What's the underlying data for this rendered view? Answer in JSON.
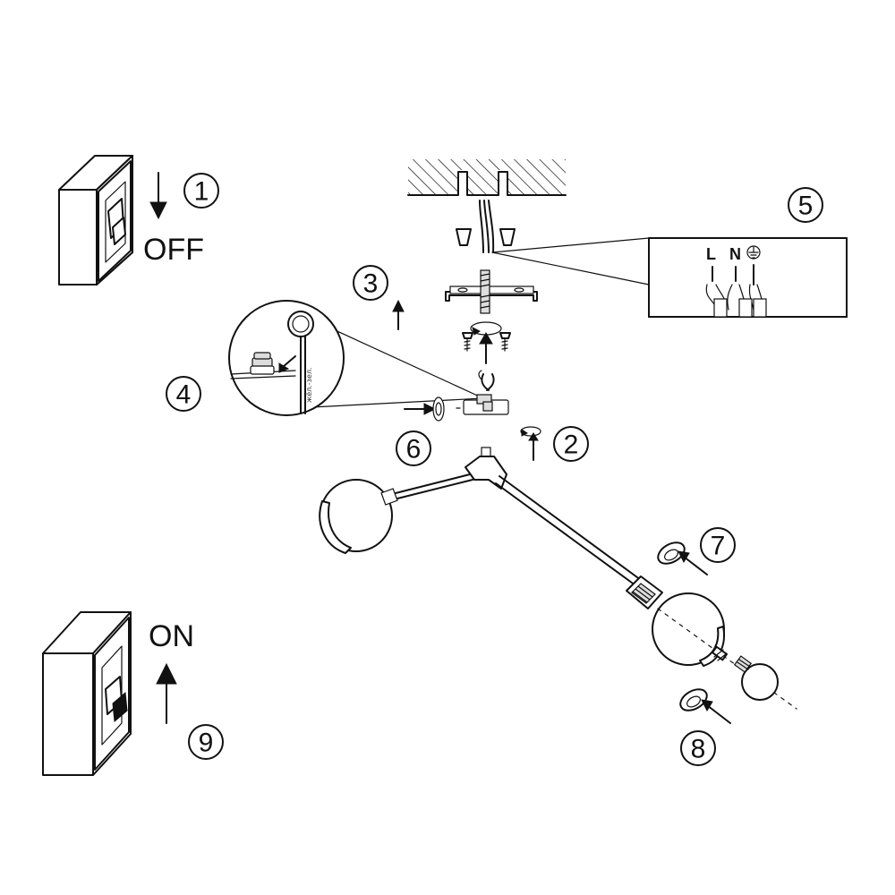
{
  "steps": [
    {
      "number": "1",
      "label": "OFF"
    },
    {
      "number": "2"
    },
    {
      "number": "3"
    },
    {
      "number": "4",
      "note": "жёл.-зел."
    },
    {
      "number": "5",
      "wires": [
        "L",
        "N"
      ]
    },
    {
      "number": "6"
    },
    {
      "number": "7"
    },
    {
      "number": "8"
    },
    {
      "number": "9",
      "label": "ON"
    }
  ],
  "icons": [
    "switch-off-icon",
    "switch-on-icon",
    "ceiling-hatch-icon",
    "ground-symbol-icon",
    "screw-icon",
    "rotate-arrow-icon",
    "glass-globe-icon",
    "bulb-icon",
    "wire-connector-icon"
  ]
}
